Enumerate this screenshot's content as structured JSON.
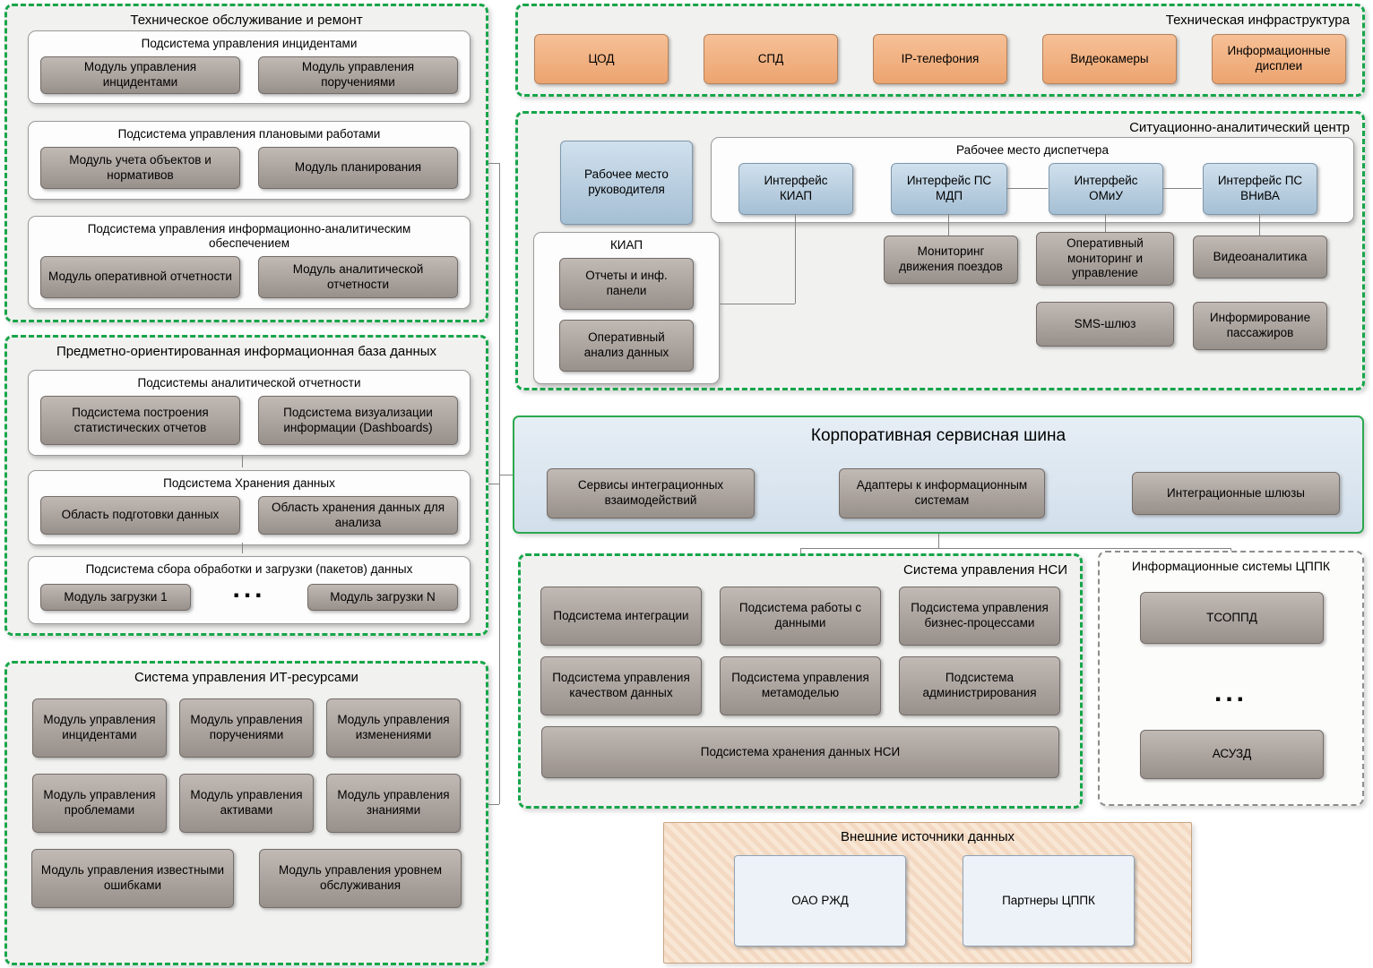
{
  "maintenance": {
    "title": "Техническое обслуживание и ремонт",
    "groups": [
      {
        "title": "Подсистема управления инцидентами",
        "modules": [
          "Модуль управления инцидентами",
          "Модуль управления поручениями"
        ]
      },
      {
        "title": "Подсистема управления плановыми работами",
        "modules": [
          "Модуль учета объектов и нормативов",
          "Модуль планирования"
        ]
      },
      {
        "title": "Подсистема управления информационно-аналитическим обеспечением",
        "modules": [
          "Модуль оперативной отчетности",
          "Модуль аналитической отчетности"
        ]
      }
    ]
  },
  "database": {
    "title": "Предметно-ориентированная информационная база данных",
    "groups": [
      {
        "title": "Подсистемы аналитической отчетности",
        "modules": [
          "Подсистема построения статистических отчетов",
          "Подсистема визуализации информации (Dashboards)"
        ]
      },
      {
        "title": "Подсистема Хранения данных",
        "modules": [
          "Область подготовки данных",
          "Область хранения данных для анализа"
        ]
      },
      {
        "title": "Подсистема сбора обработки и загрузки (пакетов) данных",
        "modules": [
          "Модуль загрузки 1",
          "Модуль загрузки N"
        ],
        "ellipsis": "..."
      }
    ]
  },
  "it_resources": {
    "title": "Система управления ИТ-ресурсами",
    "modules": [
      "Модуль управления инцидентами",
      "Модуль управления поручениями",
      "Модуль управления изменениями",
      "Модуль управления проблемами",
      "Модуль управления активами",
      "Модуль управления знаниями",
      "Модуль управления известными ошибками",
      "Модуль управления уровнем обслуживания"
    ]
  },
  "infrastructure": {
    "title": "Техническая инфраструктура",
    "items": [
      "ЦОД",
      "СПД",
      "IP-телефония",
      "Видеокамеры",
      "Информационные дисплеи"
    ]
  },
  "situation_center": {
    "title": "Ситуационно-аналитический центр",
    "head_workstation": "Рабочее место руководителя",
    "dispatcher": {
      "title": "Рабочее место диспетчера",
      "interfaces": [
        "Интерфейс КИАП",
        "Интерфейс ПС МДП",
        "Интерфейс ОМиУ",
        "Интерфейс ПС ВНиВА"
      ]
    },
    "kiap": {
      "title": "КИАП",
      "modules": [
        "Отчеты и инф. панели",
        "Оперативный анализ данных"
      ]
    },
    "modules": [
      "Мониторинг движения поездов",
      "Оперативный мониторинг и управление",
      "Видеоаналитика",
      "SMS-шлюз",
      "Информирование пассажиров"
    ]
  },
  "service_bus": {
    "title": "Корпоративная сервисная шина",
    "items": [
      "Сервисы интеграционных взаимодействий",
      "Адаптеры к информационным системам",
      "Интеграционные шлюзы"
    ]
  },
  "nsi": {
    "title": "Система управления НСИ",
    "modules": [
      "Подсистема интеграции",
      "Подсистема работы с данными",
      "Подсистема управления бизнес-процессами",
      "Подсистема управления качеством данных",
      "Подсистема управления метамоделью",
      "Подсистема администрирования"
    ],
    "storage": "Подсистема хранения данных НСИ"
  },
  "cppk_systems": {
    "title": "Информационные системы ЦППК",
    "items": [
      "ТСОППД",
      "АСУЗД"
    ],
    "ellipsis": "..."
  },
  "external_sources": {
    "title": "Внешние источники данных",
    "items": [
      "ОАО РЖД",
      "Партнеры ЦППК"
    ]
  }
}
